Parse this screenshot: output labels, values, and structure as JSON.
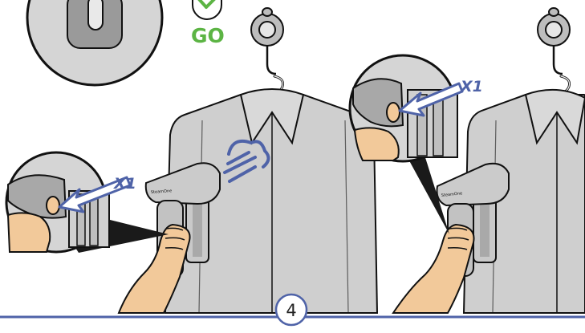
{
  "go_label": "GO",
  "callout_left": {
    "label": "X1"
  },
  "callout_right": {
    "label": "X1"
  },
  "step": {
    "number": "4"
  },
  "steamer": {
    "brand": "SteamOne"
  },
  "colors": {
    "accent_green": "#5cb444",
    "arrow_blue": "#4f63a8",
    "baseline_blue": "#4f63a8",
    "shirt": "#cfcfcf",
    "outline": "#111111",
    "skin": "#f2c99a"
  },
  "icons": [
    "check-icon",
    "steam-icon",
    "arrow-icon",
    "hanger-hook-icon",
    "magnifier-callout"
  ]
}
